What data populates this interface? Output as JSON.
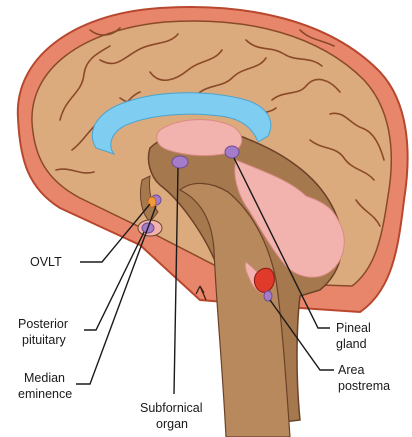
{
  "labels": {
    "ovlt": "OVLT",
    "posterior_pituitary_line1": "Posterior",
    "posterior_pituitary_line2": "pituitary",
    "median_eminence_line1": "Median",
    "median_eminence_line2": "eminence",
    "subfornical_organ_line1": "Subfornical",
    "subfornical_organ_line2": "organ",
    "pineal_gland_line1": "Pineal",
    "pineal_gland_line2": "gland",
    "area_postrema_line1": "Area",
    "area_postrema_line2": "postrema"
  },
  "colors": {
    "skull": "#e8866b",
    "skull_border": "#b8472e",
    "cortex": "#dcab7d",
    "sulci": "#8a4a2a",
    "brainstem": "#a5784e",
    "corpus_callosum": "#7fcdf0",
    "ventricle_pink": "#f2b3ae",
    "organ_purple": "#a57cc9",
    "ovlt_orange": "#f29a3a",
    "area_postrema_red": "#e03a2a"
  }
}
